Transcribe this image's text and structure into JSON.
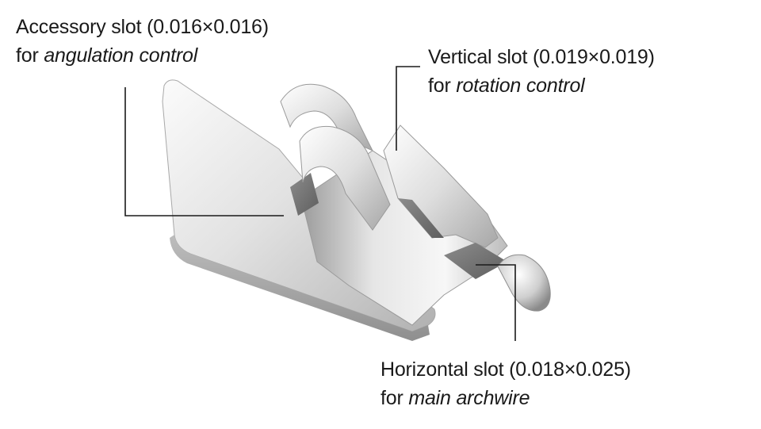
{
  "annotations": {
    "accessory": {
      "title": "Accessory slot (0.016×0.016)",
      "prefix": "for ",
      "purpose": "angulation control"
    },
    "vertical": {
      "title": "Vertical slot (0.019×0.019)",
      "prefix": "for ",
      "purpose": "rotation control"
    },
    "horizontal": {
      "title": "Horizontal slot (0.018×0.025)",
      "prefix": "for ",
      "purpose": "main archwire"
    }
  },
  "colors": {
    "leader_line": "#1a1a1a",
    "metal_light": "#f4f4f4",
    "metal_mid": "#c9c9c9",
    "metal_dark": "#8a8a8a"
  }
}
